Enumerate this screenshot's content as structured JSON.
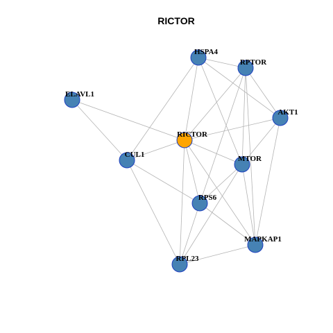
{
  "title": "RICTOR",
  "colors": {
    "focus_node": "#ffa500",
    "node": "#4682b4",
    "node_border": "#1d3fbf",
    "edge": "#b3b3b3"
  },
  "nodes": [
    {
      "id": "RICTOR",
      "label": "RICTOR",
      "focus": true
    },
    {
      "id": "HSPA4",
      "label": "HSPA4"
    },
    {
      "id": "RPTOR",
      "label": "RPTOR"
    },
    {
      "id": "ELAVL1",
      "label": "ELAVL1"
    },
    {
      "id": "AKT1",
      "label": "AKT1"
    },
    {
      "id": "CUL1",
      "label": "CUL1"
    },
    {
      "id": "MTOR",
      "label": "MTOR"
    },
    {
      "id": "RPS6",
      "label": "RPS6"
    },
    {
      "id": "MAPKAP1",
      "label": "MAPKAP1"
    },
    {
      "id": "RPL23",
      "label": "RPL23"
    }
  ],
  "edges": [
    [
      "HSPA4",
      "RPTOR"
    ],
    [
      "HSPA4",
      "AKT1"
    ],
    [
      "HSPA4",
      "RICTOR"
    ],
    [
      "HSPA4",
      "CUL1"
    ],
    [
      "HSPA4",
      "MTOR"
    ],
    [
      "RPTOR",
      "AKT1"
    ],
    [
      "RPTOR",
      "RICTOR"
    ],
    [
      "RPTOR",
      "MTOR"
    ],
    [
      "RPTOR",
      "MAPKAP1"
    ],
    [
      "RPTOR",
      "RPS6"
    ],
    [
      "ELAVL1",
      "RICTOR"
    ],
    [
      "ELAVL1",
      "CUL1"
    ],
    [
      "AKT1",
      "RICTOR"
    ],
    [
      "AKT1",
      "MTOR"
    ],
    [
      "AKT1",
      "MAPKAP1"
    ],
    [
      "RICTOR",
      "CUL1"
    ],
    [
      "RICTOR",
      "MTOR"
    ],
    [
      "RICTOR",
      "RPS6"
    ],
    [
      "RICTOR",
      "MAPKAP1"
    ],
    [
      "RICTOR",
      "RPL23"
    ],
    [
      "CUL1",
      "RPS6"
    ],
    [
      "CUL1",
      "RPL23"
    ],
    [
      "MTOR",
      "RPS6"
    ],
    [
      "MTOR",
      "MAPKAP1"
    ],
    [
      "MTOR",
      "RPL23"
    ],
    [
      "RPS6",
      "MAPKAP1"
    ],
    [
      "RPS6",
      "RPL23"
    ],
    [
      "MAPKAP1",
      "RPL23"
    ]
  ]
}
